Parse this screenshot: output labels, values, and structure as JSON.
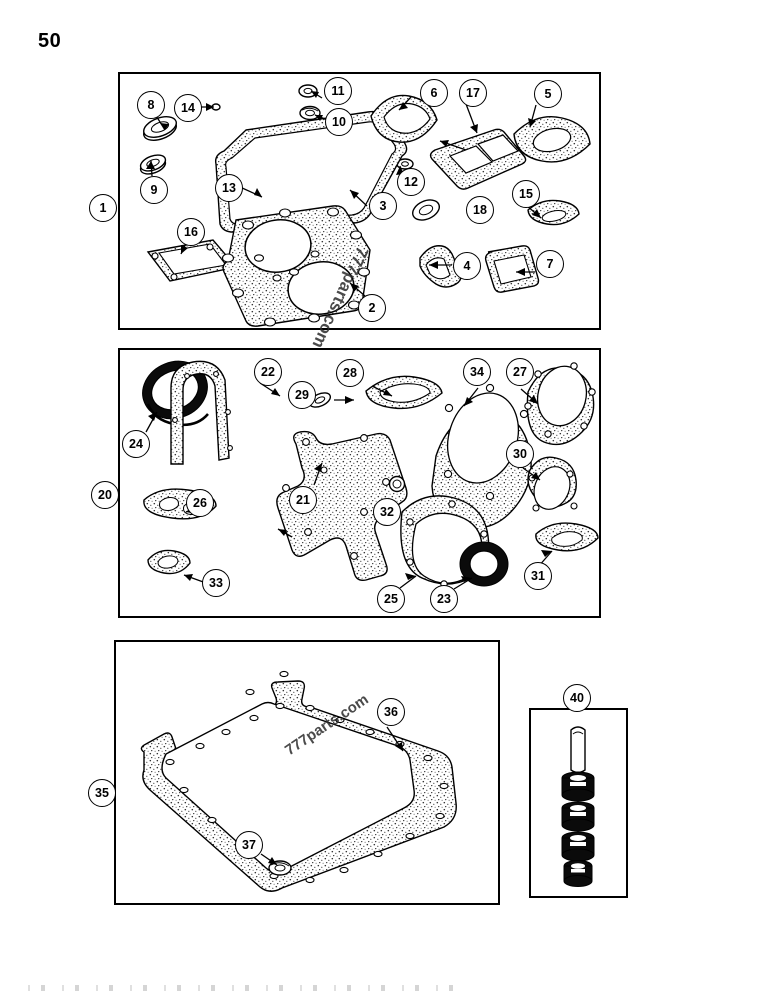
{
  "page": {
    "number": "50"
  },
  "watermarks": [
    {
      "id": "wm-panel-1",
      "text": "777parts.com"
    },
    {
      "id": "wm-panel-3",
      "text": "777parts.com"
    }
  ],
  "panels": [
    {
      "id": "panel-gasket-set-upper",
      "group_callout": "1",
      "callouts": [
        "8",
        "14",
        "11",
        "10",
        "9",
        "13",
        "3",
        "16",
        "2",
        "12",
        "6",
        "17",
        "5",
        "15",
        "18",
        "4",
        "7"
      ]
    },
    {
      "id": "panel-gasket-set-lower",
      "group_callout": "20",
      "callouts": [
        "24",
        "22",
        "29",
        "28",
        "34",
        "27",
        "21",
        "26",
        "33",
        "32",
        "30",
        "25",
        "23",
        "31"
      ]
    },
    {
      "id": "panel-oil-pan-gasket",
      "group_callout": "35",
      "callouts": [
        "36",
        "37"
      ]
    },
    {
      "id": "panel-plug-kit",
      "group_callout": "40",
      "callouts": []
    }
  ],
  "callouts": {
    "c1": "1",
    "c2": "2",
    "c3": "3",
    "c4": "4",
    "c5": "5",
    "c6": "6",
    "c7": "7",
    "c8": "8",
    "c9": "9",
    "c10": "10",
    "c11": "11",
    "c12": "12",
    "c13": "13",
    "c14": "14",
    "c15": "15",
    "c16": "16",
    "c17": "17",
    "c18": "18",
    "c20": "20",
    "c21": "21",
    "c22": "22",
    "c23": "23",
    "c24": "24",
    "c25": "25",
    "c26": "26",
    "c27": "27",
    "c28": "28",
    "c29": "29",
    "c30": "30",
    "c31": "31",
    "c32": "32",
    "c33": "33",
    "c34": "34",
    "c35": "35",
    "c36": "36",
    "c37": "37",
    "c40": "40"
  }
}
